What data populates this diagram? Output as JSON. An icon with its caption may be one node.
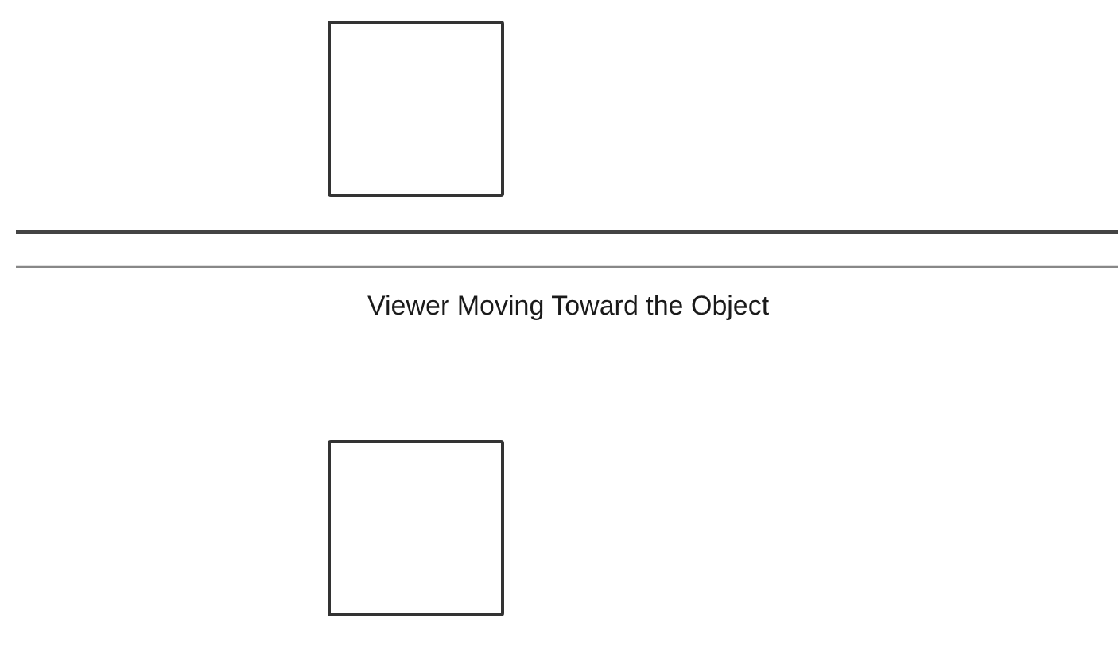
{
  "diagram": {
    "nodes": [
      {
        "text": [],
        "shape": "box"
      },
      {
        "text": [],
        "shape": "box"
      }
    ],
    "edges": [],
    "labels": [
      "Viewer Moving Toward the Object"
    ]
  }
}
